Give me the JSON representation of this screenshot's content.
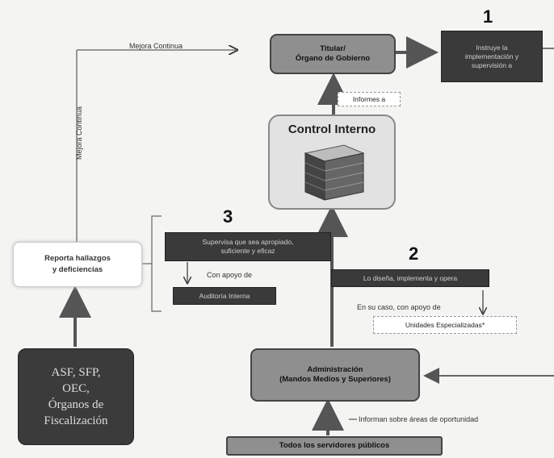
{
  "titular": {
    "line1": "Titular/",
    "line2": "Órgano de Gobierno"
  },
  "box1": {
    "line1": "Instruye la",
    "line2": "implementación y",
    "line3": "supervisión a"
  },
  "informes": "Informes a",
  "control_interno": "Control Interno",
  "mejora_top": "Mejora Continua",
  "mejora_vertical": "Mejora Continua",
  "reporta": {
    "line1": "Reporta hallazgos",
    "line2": "y deficiencias"
  },
  "asf": {
    "line1": "ASF, SFP,",
    "line2": "OEC,",
    "line3": "Órganos de",
    "line4": "Fiscalización"
  },
  "num1": "1",
  "num2": "2",
  "num3": "3",
  "step3_box": {
    "line1": "Supervisa que sea apropiado,",
    "line2": "suficiente y eficaz"
  },
  "con_apoyo": "Con apoyo de",
  "auditoria": "Auditoría Interna",
  "step2_box": "Lo diseña, implementa y opera",
  "en_su_caso": "En su caso, con apoyo de",
  "unidades": "Unidades Especializadas*",
  "admin": {
    "line1": "Administración",
    "line2": "(Mandos Medios y Superiores)"
  },
  "informan": "Informan sobre áreas de oportunidad",
  "todos": "Todos los servidores públicos"
}
